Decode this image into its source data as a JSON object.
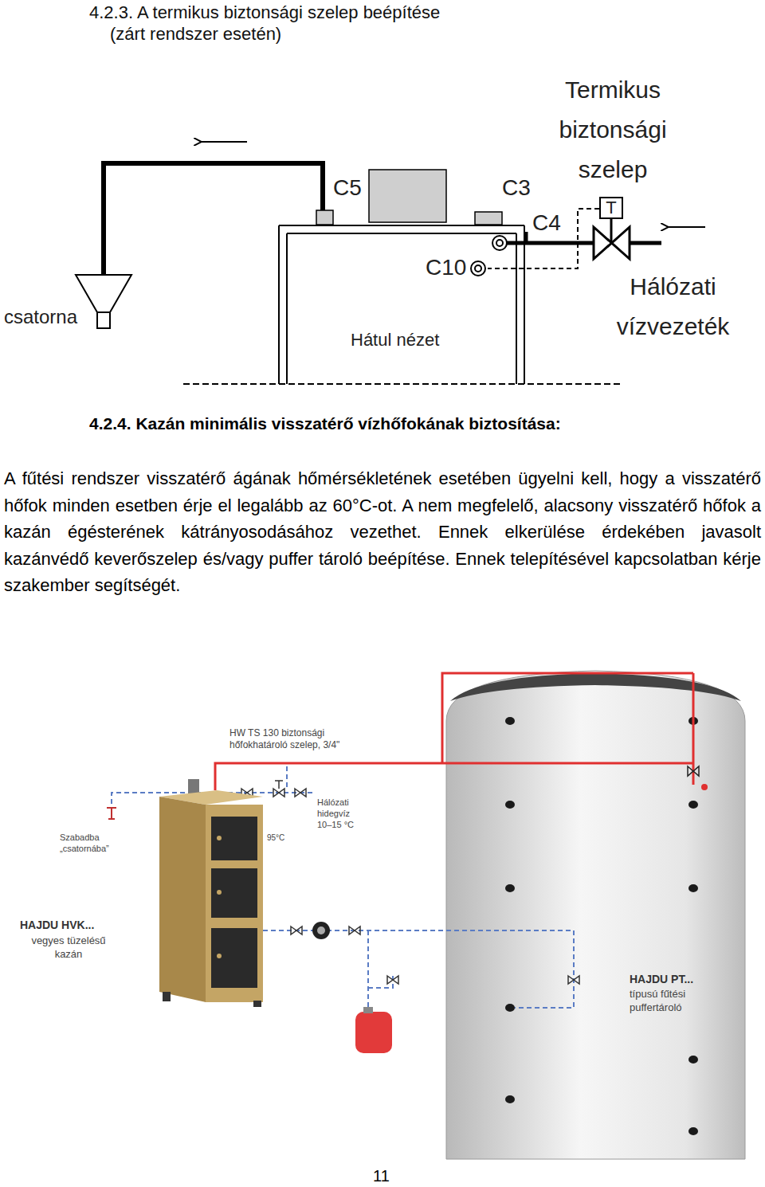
{
  "diagram": {
    "title": "4.2.3. A termikus biztonsági szelep beépítése (zárt rendszer esetén)",
    "nodes": [
      {
        "text": [
          "T"
        ]
      }
    ],
    "labels": [
      "Termikus biztonsági szelep",
      "C5",
      "C3",
      "C4",
      "C10",
      "csatorna",
      "Hátul nézet",
      "Hálózati vízvezeték",
      "4.2.4. Kazán minimális visszatérő vízhőfokának biztosítása:",
      "A fűtési rendszer visszatérő ágának hőmérsékletének esetében ügyelni kell, hogy a visszatérő hőfok minden esetben érje el legalább az 60°C-ot. A nem megfelelő, alacsony visszatérő hőfok a kazán égésterének kátrányosodásához vezethet. Ennek elkerülése érdekében javasolt kazánvédő keverőszelep és/vagy puffer tároló beépítése. Ennek telepítésével kapcsolatban kérje szakember segítségét.",
      "HW TS 130 biztonsági hőfokhatároló szelep, 3/4\"",
      "Hálózati hidegvíz 10–15 °C",
      "Szabadba „csatornába”",
      "95°C",
      "HAJDU HVK...",
      "vegyes tüzelésű kazán",
      "HAJDU PT...",
      "típusú fűtési puffertároló",
      "11"
    ]
  }
}
